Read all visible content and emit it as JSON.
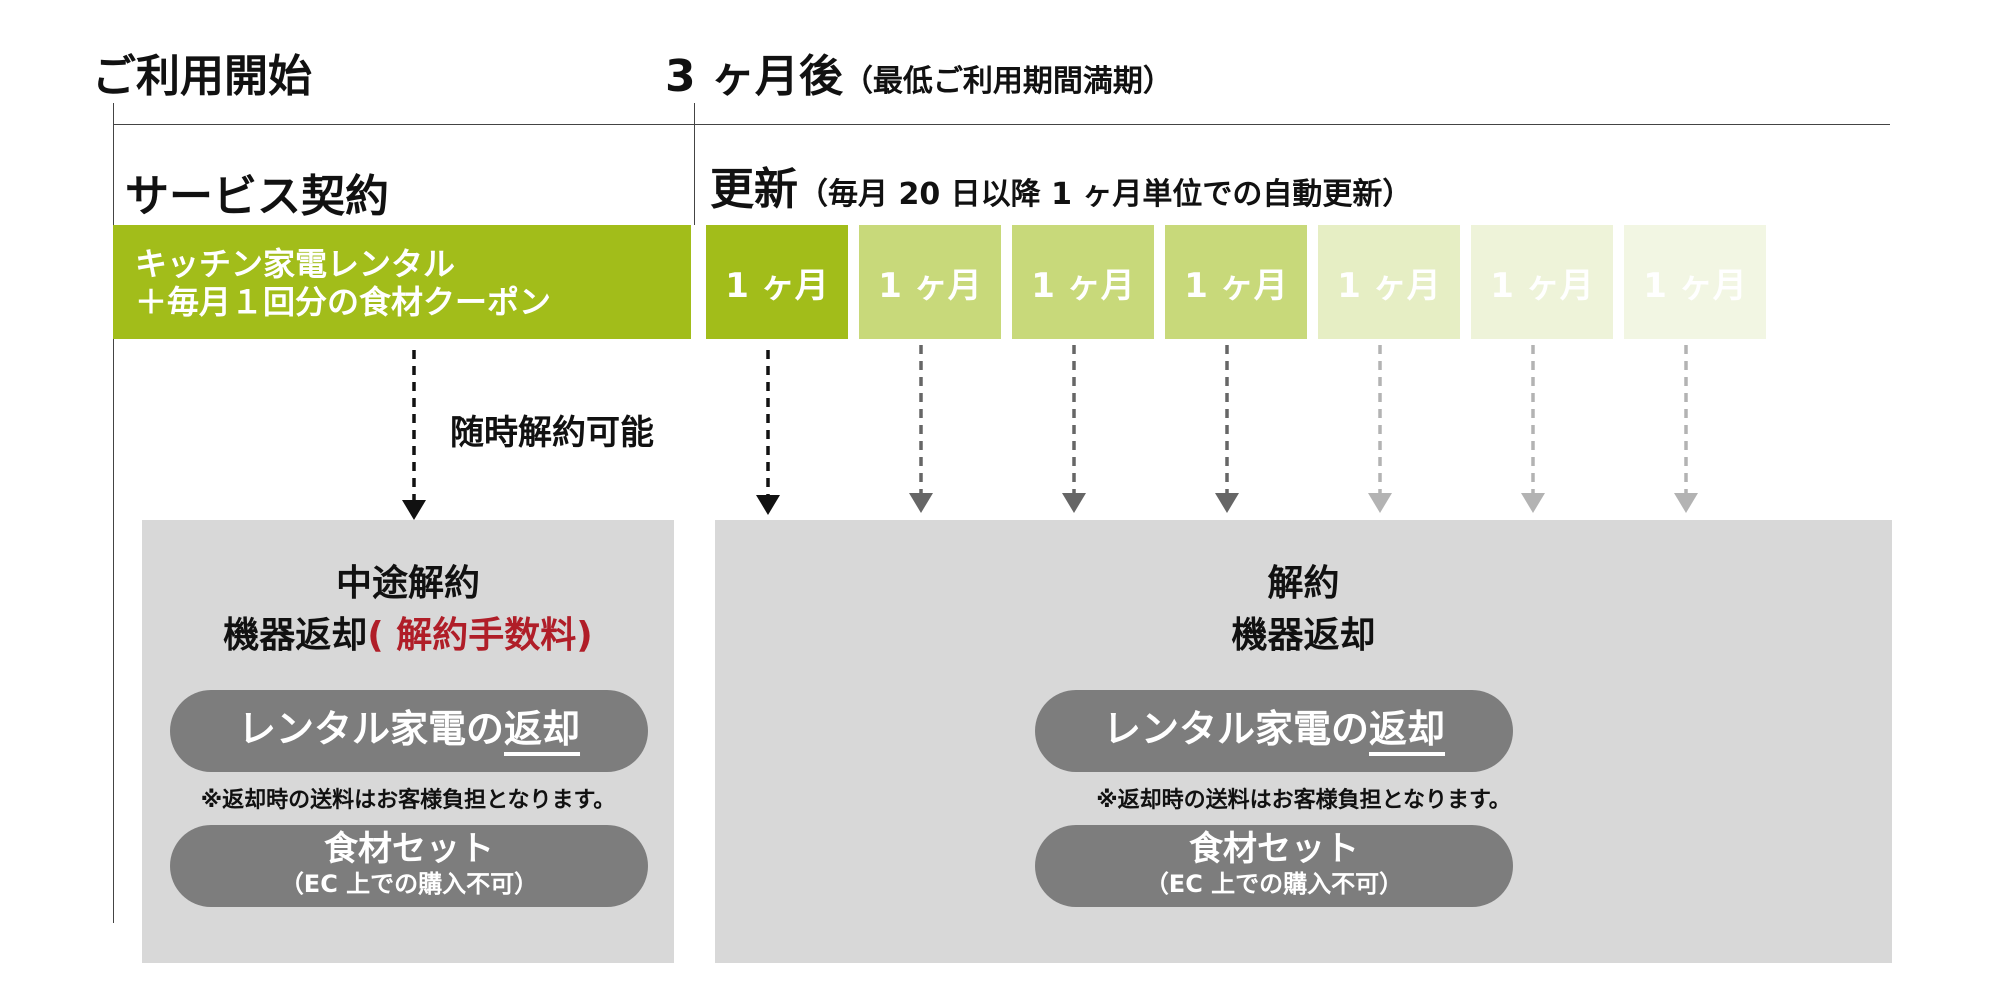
{
  "header": {
    "start": "ご利用開始",
    "three_months": "3 ヶ月後",
    "three_months_note": "（最低ご利用期間満期）"
  },
  "sections": {
    "contract": "サービス契約",
    "renewal": "更新",
    "renewal_note": "（毎月 20 日以降 1 ヶ月単位での自動更新）"
  },
  "main_bar": {
    "line1": "キッチン家電レンタル",
    "line2": "＋毎月１回分の食材クーポン",
    "color": "#a2bd1a"
  },
  "months": [
    {
      "label": "1 ヶ月",
      "color": "#a2bd1a"
    },
    {
      "label": "1 ヶ月",
      "color": "#c8d97a"
    },
    {
      "label": "1 ヶ月",
      "color": "#c8d97a"
    },
    {
      "label": "1 ヶ月",
      "color": "#c8d97a"
    },
    {
      "label": "1 ヶ月",
      "color": "#e6eec4"
    },
    {
      "label": "1 ヶ月",
      "color": "#eef3d9"
    },
    {
      "label": "1 ヶ月",
      "color": "#f2f6e3"
    }
  ],
  "cancel_anytime": "随時解約可能",
  "left_panel": {
    "title1": "中途解約",
    "title2": "機器返却",
    "fee": "( 解約手数料)",
    "rental_pre": "レンタル家電の",
    "rental_ul": "返却",
    "note": "※返却時の送料はお客様負担となります。",
    "food_title": "食材セット",
    "food_note": "（EC 上での購入不可）"
  },
  "right_panel": {
    "title1": "解約",
    "title2": "機器返却",
    "rental_pre": "レンタル家電の",
    "rental_ul": "返却",
    "note": "※返却時の送料はお客様負担となります。",
    "food_title": "食材セット",
    "food_note": "（EC 上での購入不可）"
  },
  "colors": {
    "panel_bg": "#d8d8d8",
    "pill_bg": "#7d7d7d",
    "fee_red": "#b01e28"
  }
}
